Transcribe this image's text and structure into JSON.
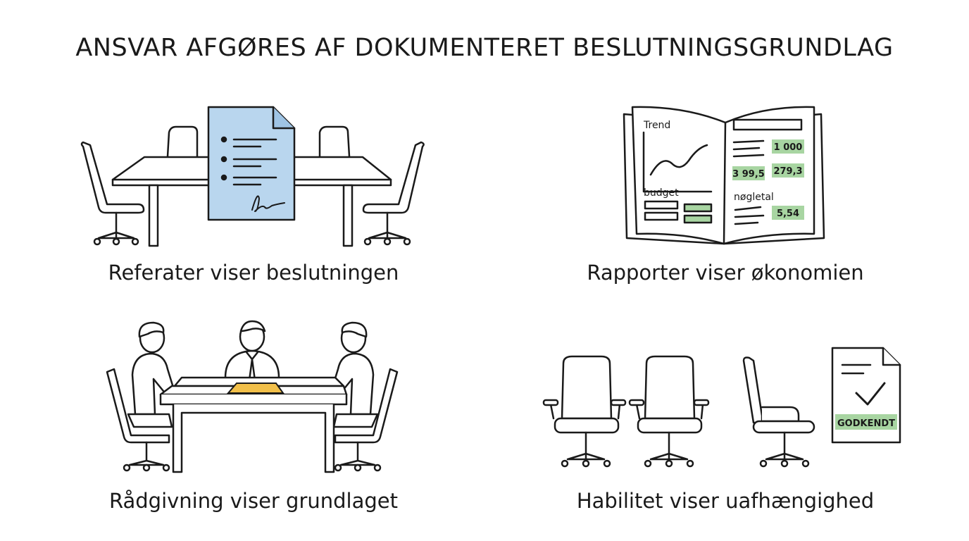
{
  "title": "ANSVAR AFGØRES AF DOKUMENTERET BESLUTNINGSGRUNDLAG",
  "panels": {
    "minutes": {
      "caption": "Referater viser beslutningen"
    },
    "reports": {
      "caption": "Rapporter viser økonomien",
      "trend_label": "Trend",
      "budget_label": "budget",
      "keyfigures_label": "nøgletal",
      "values": [
        "1 000",
        "3 99,5",
        "279,3",
        "5,54"
      ]
    },
    "advice": {
      "caption": "Rådgivning viser grundlaget"
    },
    "independence": {
      "caption": "Habilitet viser uafhængighed",
      "approved_label": "GODKENDT"
    }
  },
  "colors": {
    "document_blue": "#b9d6ee",
    "value_green": "#a8d5a2",
    "folder_yellow": "#f2c04a",
    "stroke": "#1a1a1a"
  }
}
